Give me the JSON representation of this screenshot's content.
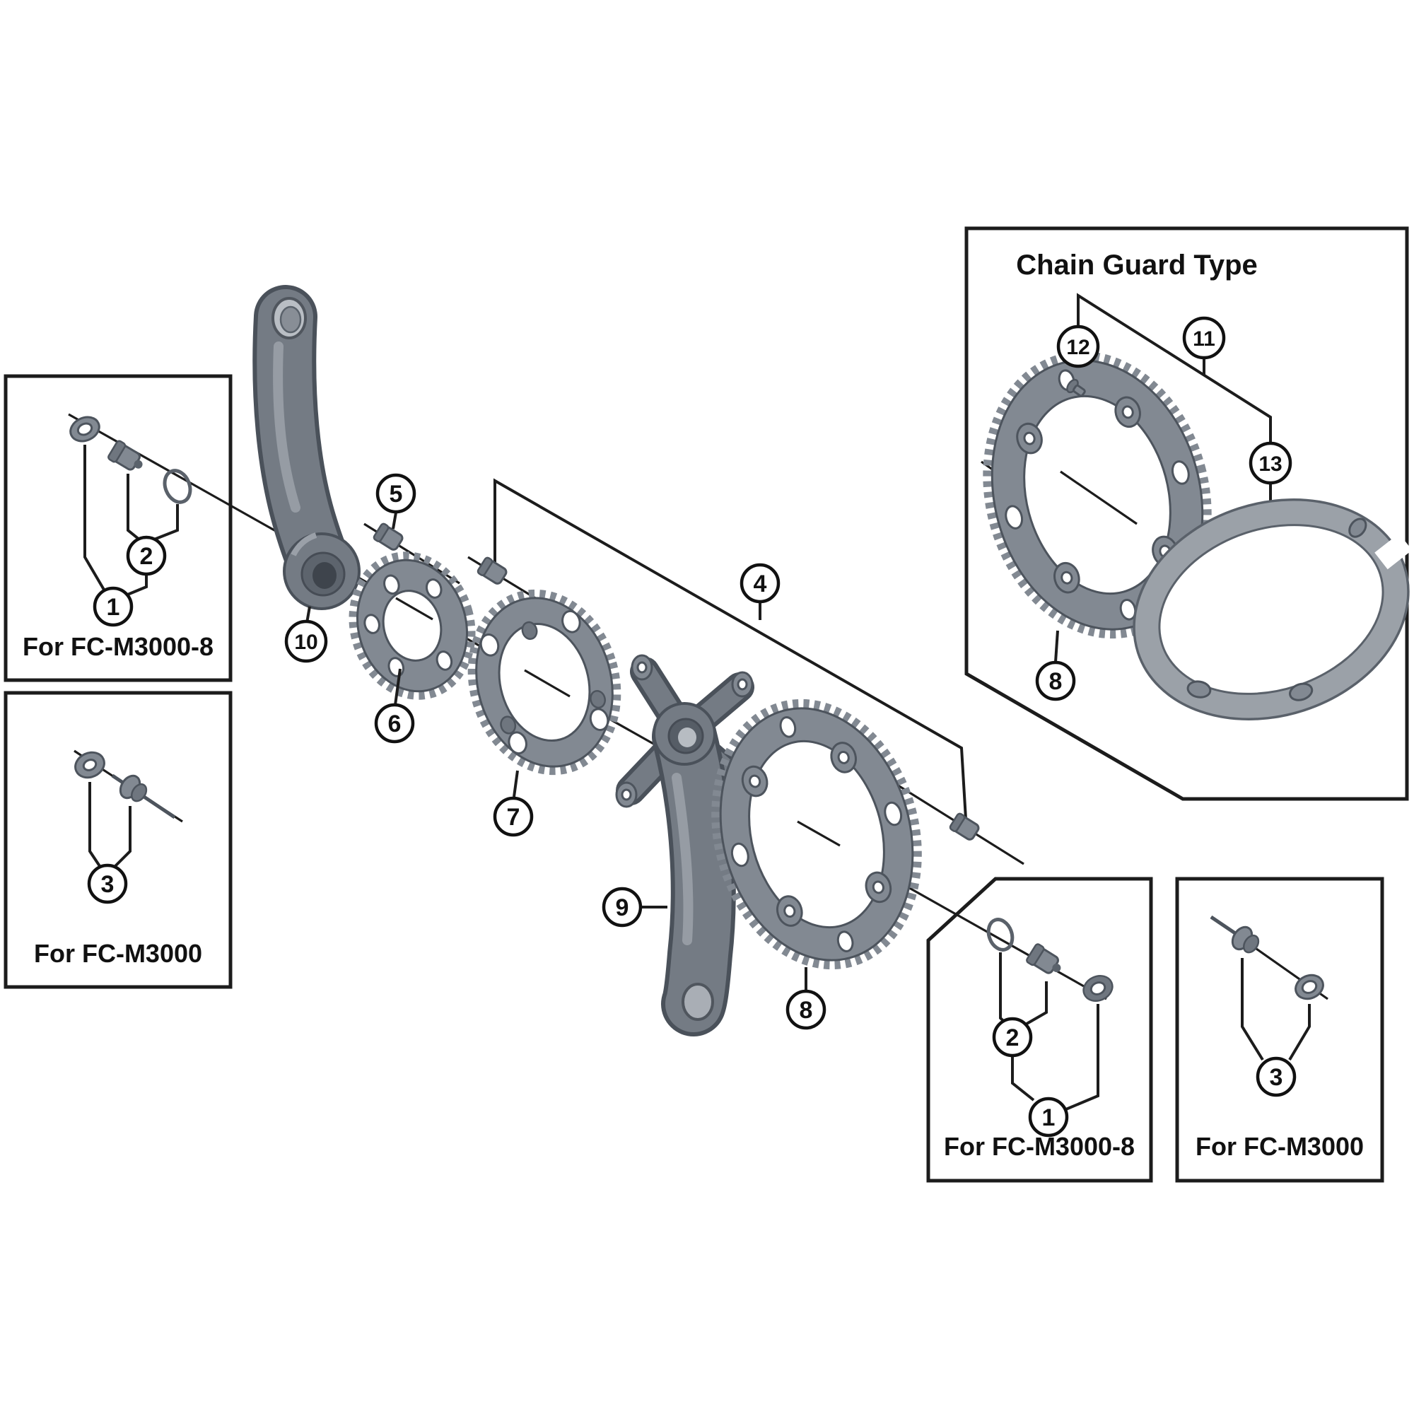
{
  "diagram": {
    "title": "Chain Guard Type",
    "boxes": {
      "top_left": {
        "label": "For FC-M3000-8"
      },
      "mid_left": {
        "label": "For FC-M3000"
      },
      "chain_guard": {
        "label": "Chain Guard Type"
      },
      "bottom_fc_m3000_8": {
        "label": "For FC-M3000-8"
      },
      "bottom_fc_m3000": {
        "label": "For FC-M3000"
      }
    },
    "callouts": {
      "box_a_1": "1",
      "box_a_2": "2",
      "box_b_3": "3",
      "main_4": "4",
      "main_5": "5",
      "main_6": "6",
      "main_7": "7",
      "main_8": "8",
      "main_9": "9",
      "main_10": "10",
      "guard_8": "8",
      "guard_11": "11",
      "guard_12": "12",
      "guard_13": "13",
      "box_d_1": "1",
      "box_d_2": "2",
      "box_e_3": "3"
    },
    "colors": {
      "background": "#ffffff",
      "line": "#1c1c1c",
      "part_gray": "#828992",
      "part_dark": "#4d545d",
      "part_mid": "#6f767f",
      "part_light": "#b9bec4"
    }
  }
}
